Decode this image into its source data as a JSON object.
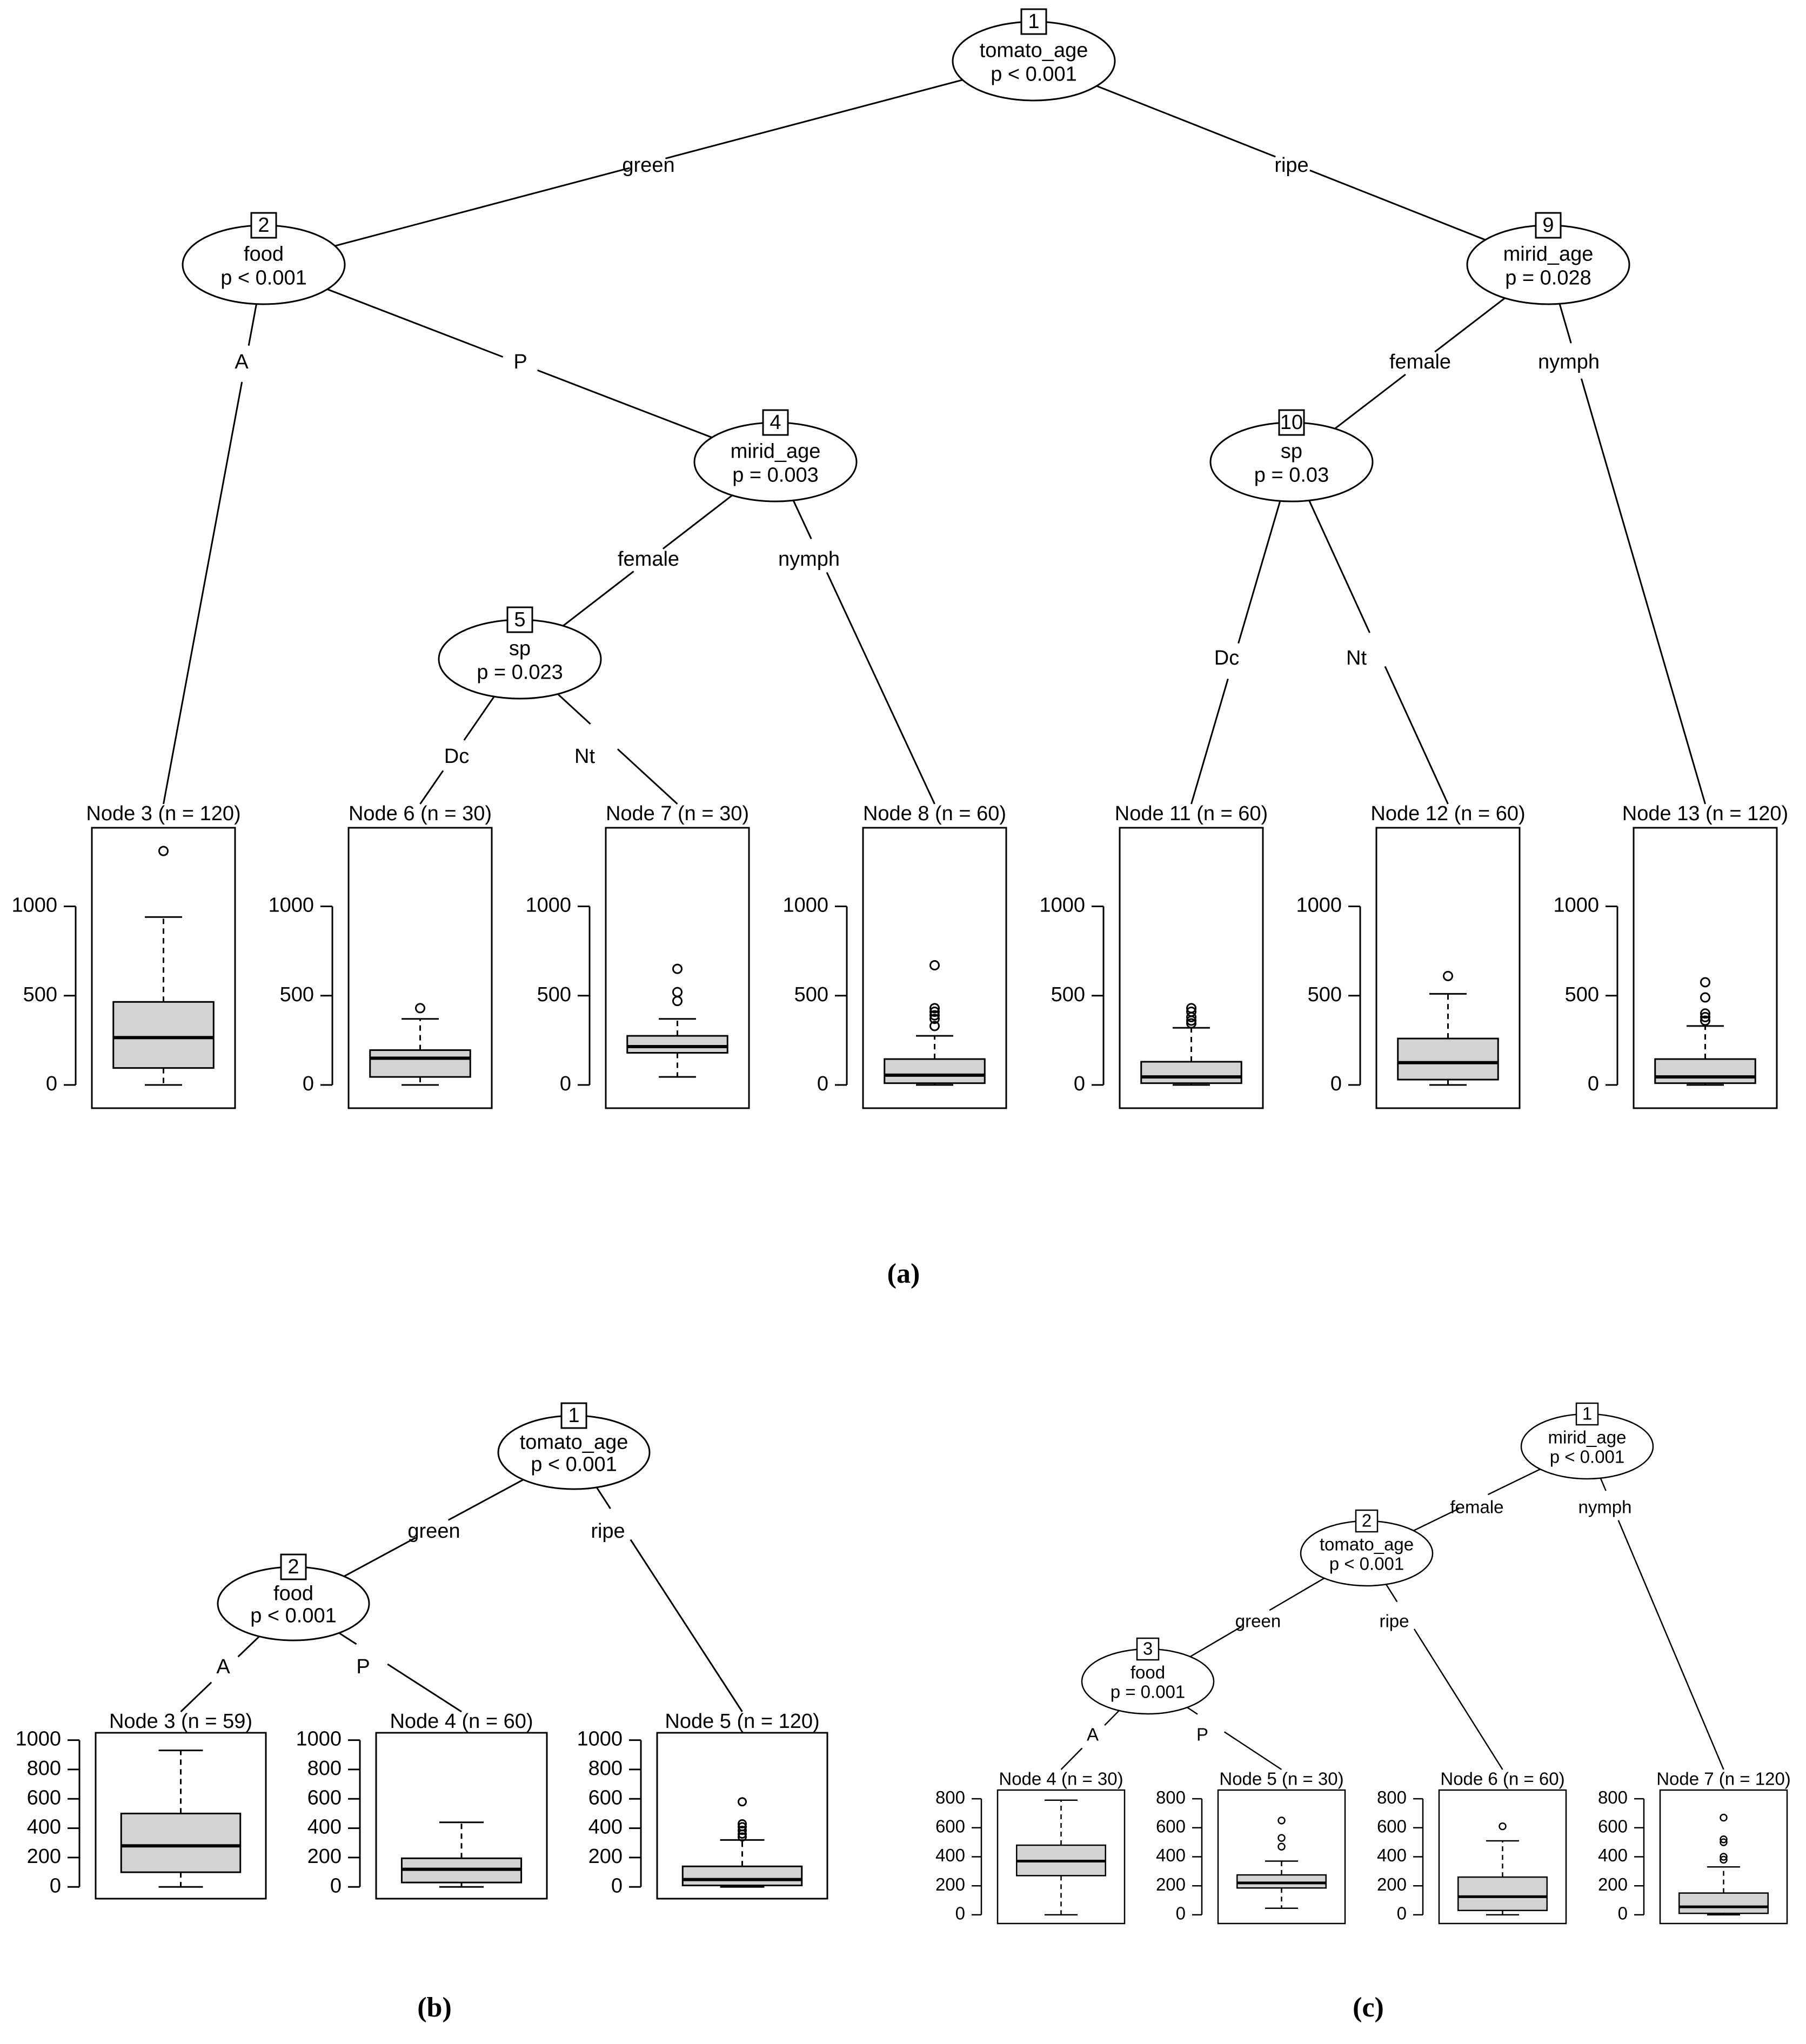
{
  "figures": [
    {
      "caption": "(a)",
      "nodes": [
        {
          "id": "1",
          "var": "tomato_age",
          "p": "p < 0.001"
        },
        {
          "id": "2",
          "var": "food",
          "p": "p < 0.001"
        },
        {
          "id": "4",
          "var": "mirid_age",
          "p": "p = 0.003"
        },
        {
          "id": "5",
          "var": "sp",
          "p": "p = 0.023"
        },
        {
          "id": "9",
          "var": "mirid_age",
          "p": "p = 0.028"
        },
        {
          "id": "10",
          "var": "sp",
          "p": "p = 0.03"
        }
      ],
      "edges": [
        {
          "from": "1",
          "to": "2",
          "label": "green"
        },
        {
          "from": "1",
          "to": "9",
          "label": "ripe"
        },
        {
          "from": "2",
          "to": "T3",
          "label": "A"
        },
        {
          "from": "2",
          "to": "4",
          "label": "P"
        },
        {
          "from": "4",
          "to": "5",
          "label": "female"
        },
        {
          "from": "4",
          "to": "T8",
          "label": "nymph"
        },
        {
          "from": "5",
          "to": "T6",
          "label": "Dc"
        },
        {
          "from": "5",
          "to": "T7",
          "label": "Nt"
        },
        {
          "from": "9",
          "to": "10",
          "label": "female"
        },
        {
          "from": "9",
          "to": "T13",
          "label": "nymph"
        },
        {
          "from": "10",
          "to": "T11",
          "label": "Dc"
        },
        {
          "from": "10",
          "to": "T12",
          "label": "Nt"
        }
      ],
      "y_ticks": [
        0,
        500,
        1000
      ],
      "ylim": [
        -130,
        1440
      ],
      "terminals": [
        {
          "id": "T3",
          "title": "Node 3 (n = 120)",
          "box": {
            "wlo": 0,
            "q1": 95,
            "med": 265,
            "q3": 465,
            "whi": 940
          },
          "outliers": [
            1310
          ]
        },
        {
          "id": "T6",
          "title": "Node 6 (n = 30)",
          "box": {
            "wlo": 0,
            "q1": 45,
            "med": 150,
            "q3": 195,
            "whi": 370
          },
          "outliers": [
            430
          ]
        },
        {
          "id": "T7",
          "title": "Node 7 (n = 30)",
          "box": {
            "wlo": 45,
            "q1": 180,
            "med": 215,
            "q3": 275,
            "whi": 370
          },
          "outliers": [
            470,
            520,
            650
          ]
        },
        {
          "id": "T8",
          "title": "Node 8 (n = 60)",
          "box": {
            "wlo": 0,
            "q1": 10,
            "med": 55,
            "q3": 145,
            "whi": 275
          },
          "outliers": [
            330,
            370,
            390,
            410,
            430,
            670
          ]
        },
        {
          "id": "T11",
          "title": "Node 11 (n = 60)",
          "box": {
            "wlo": 0,
            "q1": 10,
            "med": 45,
            "q3": 130,
            "whi": 320
          },
          "outliers": [
            345,
            360,
            380,
            410,
            430
          ]
        },
        {
          "id": "T12",
          "title": "Node 12 (n = 60)",
          "box": {
            "wlo": 0,
            "q1": 30,
            "med": 125,
            "q3": 260,
            "whi": 510
          },
          "outliers": [
            610
          ]
        },
        {
          "id": "T13",
          "title": "Node 13 (n = 120)",
          "box": {
            "wlo": 0,
            "q1": 10,
            "med": 45,
            "q3": 145,
            "whi": 330
          },
          "outliers": [
            360,
            380,
            400,
            490,
            575
          ]
        }
      ]
    },
    {
      "caption": "(b)",
      "nodes": [
        {
          "id": "1",
          "var": "tomato_age",
          "p": "p < 0.001"
        },
        {
          "id": "2",
          "var": "food",
          "p": "p < 0.001"
        }
      ],
      "edges": [
        {
          "from": "1",
          "to": "2",
          "label": "green"
        },
        {
          "from": "1",
          "to": "T5",
          "label": "ripe"
        },
        {
          "from": "2",
          "to": "T3",
          "label": "A"
        },
        {
          "from": "2",
          "to": "T4",
          "label": "P"
        }
      ],
      "y_ticks": [
        0,
        200,
        400,
        600,
        800,
        1000
      ],
      "ylim": [
        -80,
        1050
      ],
      "terminals": [
        {
          "id": "T3",
          "title": "Node 3 (n = 59)",
          "box": {
            "wlo": 0,
            "q1": 100,
            "med": 280,
            "q3": 500,
            "whi": 930
          },
          "outliers": []
        },
        {
          "id": "T4",
          "title": "Node 4 (n = 60)",
          "box": {
            "wlo": 0,
            "q1": 30,
            "med": 120,
            "q3": 195,
            "whi": 440
          },
          "outliers": []
        },
        {
          "id": "T5",
          "title": "Node 5 (n = 120)",
          "box": {
            "wlo": 0,
            "q1": 10,
            "med": 50,
            "q3": 140,
            "whi": 320
          },
          "outliers": [
            340,
            360,
            385,
            410,
            430,
            580
          ]
        }
      ]
    },
    {
      "caption": "(c)",
      "nodes": [
        {
          "id": "1",
          "var": "mirid_age",
          "p": "p < 0.001"
        },
        {
          "id": "2",
          "var": "tomato_age",
          "p": "p < 0.001"
        },
        {
          "id": "3",
          "var": "food",
          "p": "p = 0.001"
        }
      ],
      "edges": [
        {
          "from": "1",
          "to": "2",
          "label": "female"
        },
        {
          "from": "1",
          "to": "T7",
          "label": "nymph"
        },
        {
          "from": "2",
          "to": "3",
          "label": "green"
        },
        {
          "from": "2",
          "to": "T6",
          "label": "ripe"
        },
        {
          "from": "3",
          "to": "T4",
          "label": "A"
        },
        {
          "from": "3",
          "to": "T5",
          "label": "P"
        }
      ],
      "y_ticks": [
        0,
        200,
        400,
        600,
        800
      ],
      "ylim": [
        -60,
        860
      ],
      "terminals": [
        {
          "id": "T4",
          "title": "Node 4 (n = 30)",
          "box": {
            "wlo": 0,
            "q1": 270,
            "med": 370,
            "q3": 480,
            "whi": 790
          },
          "outliers": []
        },
        {
          "id": "T5",
          "title": "Node 5 (n = 30)",
          "box": {
            "wlo": 45,
            "q1": 185,
            "med": 220,
            "q3": 275,
            "whi": 370
          },
          "outliers": [
            470,
            530,
            650
          ]
        },
        {
          "id": "T6",
          "title": "Node 6 (n = 60)",
          "box": {
            "wlo": 0,
            "q1": 30,
            "med": 125,
            "q3": 260,
            "whi": 510
          },
          "outliers": [
            610
          ]
        },
        {
          "id": "T7",
          "title": "Node 7 (n = 120)",
          "box": {
            "wlo": 0,
            "q1": 10,
            "med": 55,
            "q3": 150,
            "whi": 330
          },
          "outliers": [
            380,
            400,
            500,
            520,
            670
          ]
        }
      ]
    }
  ]
}
